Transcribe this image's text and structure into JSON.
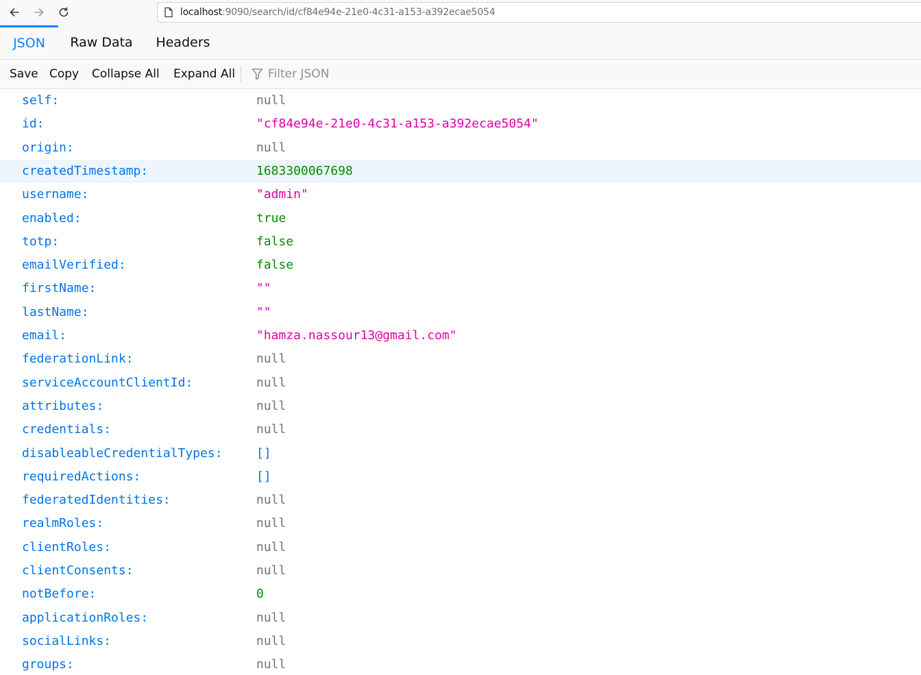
{
  "browser": {
    "url_host": "localhost",
    "url_rest": ":9090/search/id/cf84e94e-21e0-4c31-a153-a392ecae5054"
  },
  "tabs": [
    {
      "label": "JSON",
      "selected": true
    },
    {
      "label": "Raw Data",
      "selected": false
    },
    {
      "label": "Headers",
      "selected": false
    }
  ],
  "toolbar": {
    "save_label": "Save",
    "copy_label": "Copy",
    "collapse_label": "Collapse All",
    "expand_label": "Expand All",
    "filter_placeholder": "Filter JSON"
  },
  "colors": {
    "accent": "#0a84ff",
    "key": "#0074e8",
    "string": "#dd00a9",
    "number": "#058b00",
    "null": "#737373",
    "row_highlight": "#eef5fc"
  },
  "json_rows": [
    {
      "key": "self:",
      "value": "null",
      "type": "null"
    },
    {
      "key": "id:",
      "value": "\"cf84e94e-21e0-4c31-a153-a392ecae5054\"",
      "type": "string"
    },
    {
      "key": "origin:",
      "value": "null",
      "type": "null"
    },
    {
      "key": "createdTimestamp:",
      "value": "1683300067698",
      "type": "number",
      "highlighted": true
    },
    {
      "key": "username:",
      "value": "\"admin\"",
      "type": "string"
    },
    {
      "key": "enabled:",
      "value": "true",
      "type": "bool"
    },
    {
      "key": "totp:",
      "value": "false",
      "type": "bool"
    },
    {
      "key": "emailVerified:",
      "value": "false",
      "type": "bool"
    },
    {
      "key": "firstName:",
      "value": "\"\"",
      "type": "string"
    },
    {
      "key": "lastName:",
      "value": "\"\"",
      "type": "string"
    },
    {
      "key": "email:",
      "value": "\"hamza.nassour13@gmail.com\"",
      "type": "string"
    },
    {
      "key": "federationLink:",
      "value": "null",
      "type": "null"
    },
    {
      "key": "serviceAccountClientId:",
      "value": "null",
      "type": "null"
    },
    {
      "key": "attributes:",
      "value": "null",
      "type": "null"
    },
    {
      "key": "credentials:",
      "value": "null",
      "type": "null"
    },
    {
      "key": "disableableCredentialTypes:",
      "value": "[]",
      "type": "array"
    },
    {
      "key": "requiredActions:",
      "value": "[]",
      "type": "array"
    },
    {
      "key": "federatedIdentities:",
      "value": "null",
      "type": "null"
    },
    {
      "key": "realmRoles:",
      "value": "null",
      "type": "null"
    },
    {
      "key": "clientRoles:",
      "value": "null",
      "type": "null"
    },
    {
      "key": "clientConsents:",
      "value": "null",
      "type": "null"
    },
    {
      "key": "notBefore:",
      "value": "0",
      "type": "number"
    },
    {
      "key": "applicationRoles:",
      "value": "null",
      "type": "null"
    },
    {
      "key": "socialLinks:",
      "value": "null",
      "type": "null"
    },
    {
      "key": "groups:",
      "value": "null",
      "type": "null"
    }
  ]
}
